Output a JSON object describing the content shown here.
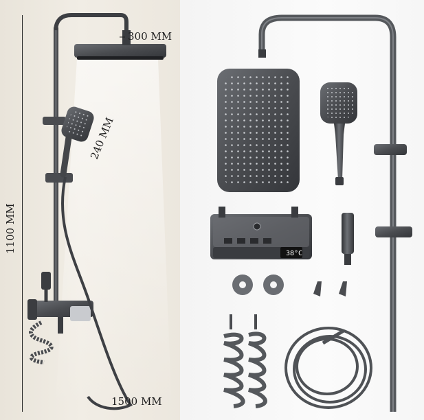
{
  "dimensions": {
    "head_width": "300 MM",
    "handheld_size": "240 MM",
    "height": "1100 MM",
    "hose_length": "1500 MM"
  },
  "thermostat": {
    "display": "38°C"
  },
  "colors": {
    "metal": "#4a4c50",
    "metal_dark": "#2f3134",
    "metal_light": "#8a8d92",
    "wall": "#ece7de",
    "display_bg": "#111111"
  }
}
